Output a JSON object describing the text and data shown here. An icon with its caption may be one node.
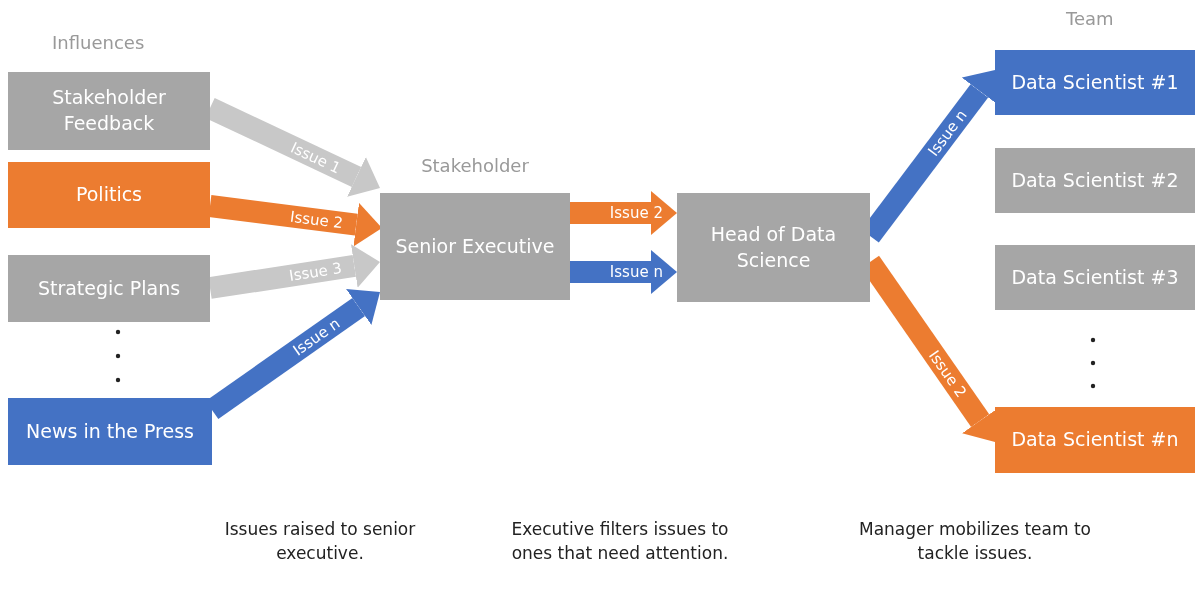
{
  "diagram": {
    "nodes": [
      {
        "text": [
          "Stakeholder Feedback"
        ]
      },
      {
        "text": [
          "Politics"
        ]
      },
      {
        "text": [
          "Strategic Plans"
        ]
      },
      {
        "text": [
          "News in the Press"
        ]
      },
      {
        "text": [
          "Stakeholder",
          "Senior Executive"
        ]
      },
      {
        "text": [
          "Head of Data Science"
        ]
      },
      {
        "text": [
          "Data Scientist #1"
        ]
      },
      {
        "text": [
          "Data Scientist #2"
        ]
      },
      {
        "text": [
          "Data Scientist #3"
        ]
      },
      {
        "text": [
          "Data Scientist #n"
        ]
      }
    ],
    "edges": [
      {
        "from": 0,
        "to": 4,
        "arrow": "to",
        "label": "Issue 1",
        "color": "#c8c8c8"
      },
      {
        "from": 1,
        "to": 4,
        "arrow": "to",
        "label": "Issue 2",
        "color": "#ec7c30"
      },
      {
        "from": 2,
        "to": 4,
        "arrow": "to",
        "label": "Issue 3",
        "color": "#c8c8c8"
      },
      {
        "from": 3,
        "to": 4,
        "arrow": "to",
        "label": "Issue n",
        "color": "#4472c4"
      },
      {
        "from": 4,
        "to": 5,
        "arrow": "to",
        "label": "Issue 2",
        "color": "#ec7c30"
      },
      {
        "from": 4,
        "to": 5,
        "arrow": "to",
        "label": "Issue n",
        "color": "#4472c4"
      },
      {
        "from": 5,
        "to": 6,
        "arrow": "to",
        "label": "Issue n",
        "color": "#4472c4"
      },
      {
        "from": 5,
        "to": 9,
        "arrow": "to",
        "label": "Issue 2",
        "color": "#ec7c30"
      }
    ],
    "labels": [
      "Influences",
      "Team",
      "Issues raised to senior executive.",
      "Executive filters issues to ones that need attention.",
      "Manager mobilizes team to tackle issues."
    ]
  }
}
